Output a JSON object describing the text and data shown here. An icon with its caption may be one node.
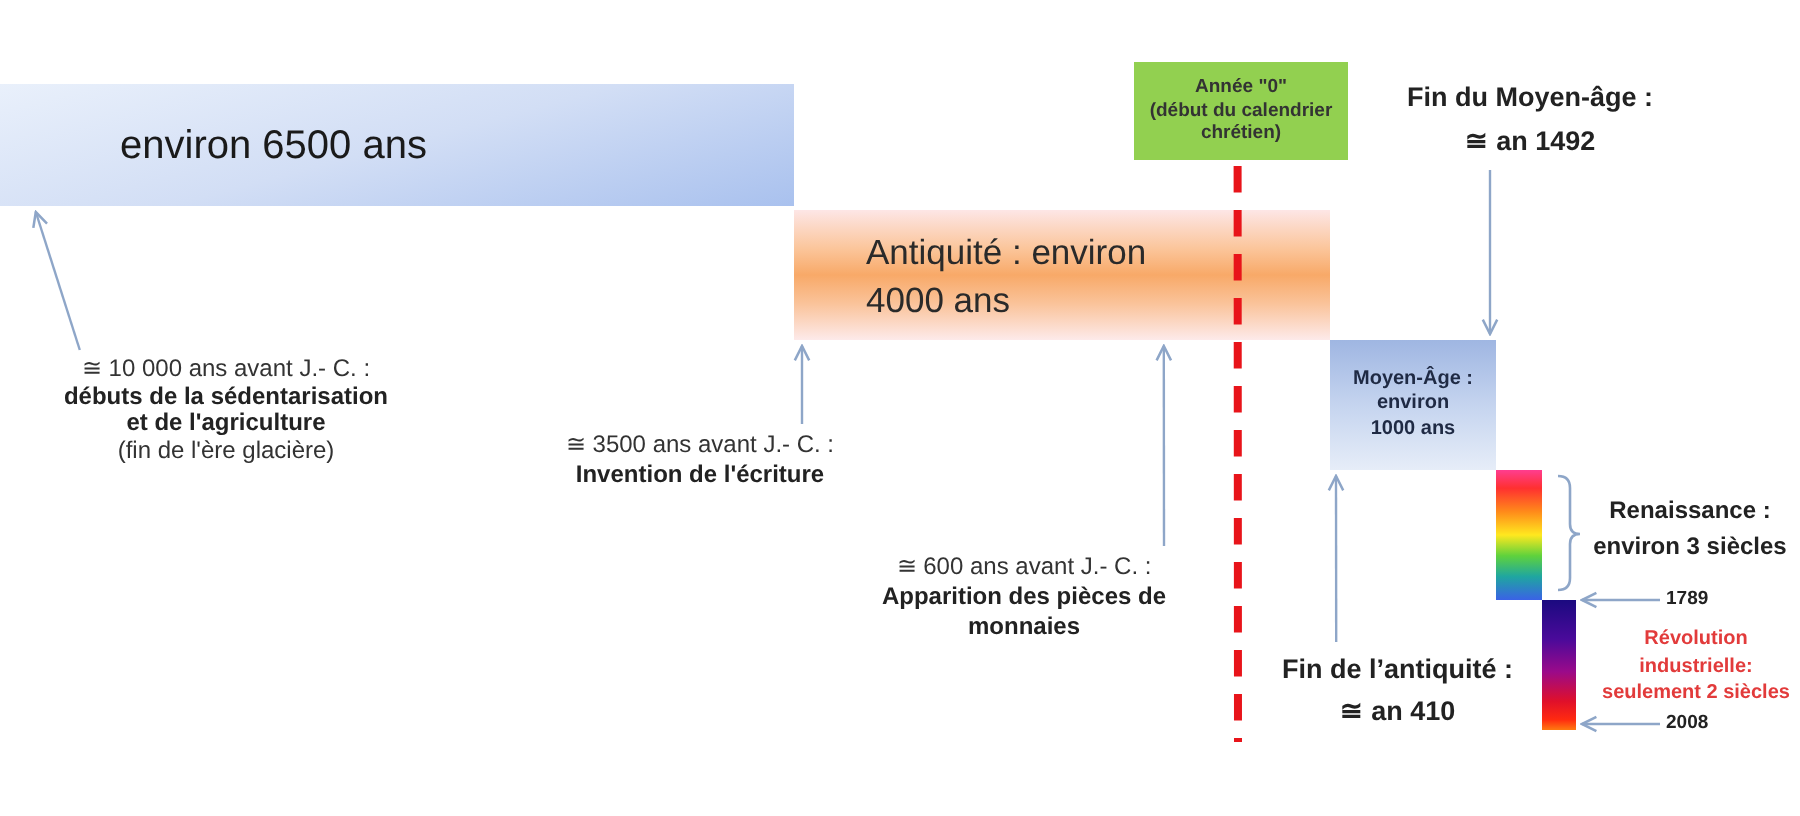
{
  "diagram": {
    "nodes": [
      {
        "text": [
          "environ 6500 ans"
        ]
      },
      {
        "text": [
          "≅ 10 000 ans avant J.- C. :",
          "débuts de la sédentarisation et de l'agriculture",
          "(fin de l'ère glacière)"
        ]
      },
      {
        "text": [
          "Antiquité : environ 4000 ans"
        ]
      },
      {
        "text": [
          "≅ 3500 ans avant J.- C. :",
          "Invention de l'écriture"
        ]
      },
      {
        "text": [
          "≅ 600 ans avant J.- C. :",
          "Apparition des pièces de monnaies"
        ]
      },
      {
        "text": [
          "Année \"0\"",
          "(début du calendrier chrétien)"
        ]
      },
      {
        "text": [
          "Fin du Moyen-âge :",
          "≅ an 1492"
        ]
      },
      {
        "text": [
          "Moyen-Âge : environ 1000 ans"
        ]
      },
      {
        "text": [
          "Fin de l’antiquité :",
          "≅ an 410"
        ]
      },
      {
        "text": [],
        "shape": "bar",
        "beside": [
          "Renaissance : environ 3 siècles"
        ]
      },
      {
        "text": [
          "1789"
        ]
      },
      {
        "text": [],
        "shape": "bar",
        "beside": [
          "Révolution industrielle: seulement 2 siècles"
        ]
      },
      {
        "text": [
          "2008"
        ]
      }
    ],
    "edges": [
      {
        "from": 1,
        "to": 0,
        "arrow": "to"
      },
      {
        "from": 3,
        "to": 2,
        "arrow": "to"
      },
      {
        "from": 4,
        "to": 2,
        "arrow": "to"
      },
      {
        "from": 6,
        "to": 7,
        "arrow": "to"
      },
      {
        "from": 8,
        "to": 7,
        "arrow": "to"
      },
      {
        "from": 10,
        "to": 11,
        "arrow": "to"
      },
      {
        "from": 12,
        "to": 11,
        "arrow": "to"
      },
      {
        "from": 5,
        "to": null,
        "arrow": "none",
        "style": "dashed",
        "color": "#e8141a"
      }
    ]
  }
}
